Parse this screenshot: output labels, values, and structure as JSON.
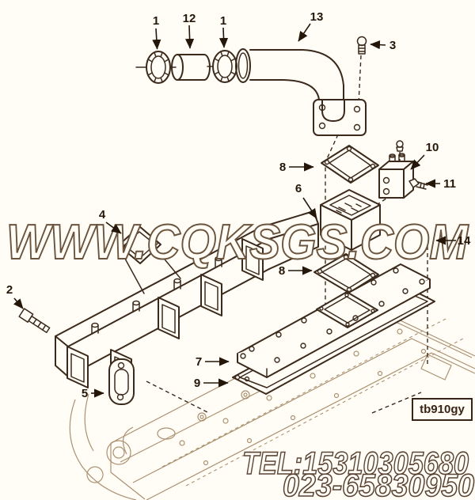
{
  "watermark": {
    "text": "WWW.CQKSGS.COM"
  },
  "footer": {
    "tel_line1": "TEL:15310305680",
    "tel_line2": "023-65830950"
  },
  "plate": {
    "code": "tb910gy"
  },
  "callouts": [
    {
      "num": "1"
    },
    {
      "num": "12"
    },
    {
      "num": "1"
    },
    {
      "num": "13"
    },
    {
      "num": "3"
    },
    {
      "num": "8"
    },
    {
      "num": "10"
    },
    {
      "num": "11"
    },
    {
      "num": "6"
    },
    {
      "num": "14"
    },
    {
      "num": "8"
    },
    {
      "num": "4"
    },
    {
      "num": "2"
    },
    {
      "num": "7"
    },
    {
      "num": "9"
    },
    {
      "num": "5"
    }
  ],
  "colors": {
    "background": "#fffdf6",
    "line_art": "#3b2a1c",
    "phantom_lines": "#ab9171",
    "watermark_outline": "#6a543e",
    "label_text": "#241709"
  }
}
